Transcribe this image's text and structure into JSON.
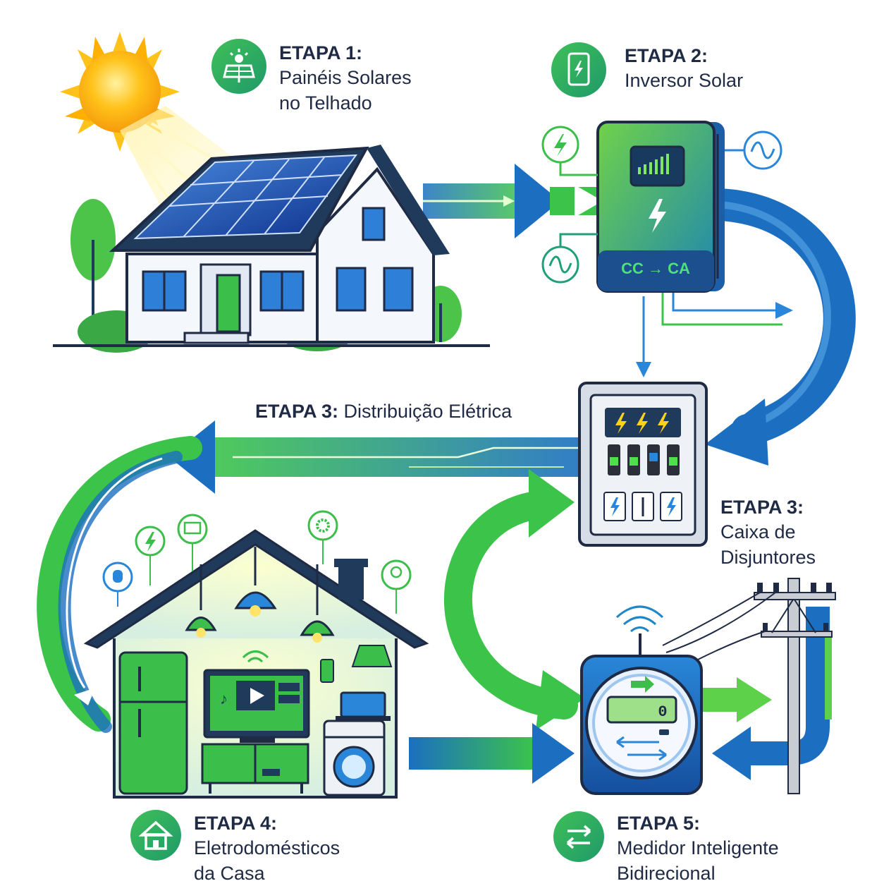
{
  "steps": {
    "step1": {
      "title": "ETAPA 1:",
      "line1": "Painéis Solares",
      "line2": "no Telhado",
      "icon": "solar-panel-icon"
    },
    "step2": {
      "title": "ETAPA 2:",
      "line1": "Inversor Solar",
      "icon": "phone-bolt-icon"
    },
    "step3_distribution": {
      "title": "ETAPA 3:",
      "text": "Distribuição Elétrica"
    },
    "step3_box": {
      "title": "ETAPA 3:",
      "line1": "Caixa de",
      "line2": "Disjuntores"
    },
    "step4": {
      "title": "ETAPA 4:",
      "line1": "Eletrodomésticos",
      "line2": "da Casa",
      "icon": "home-icon"
    },
    "step5": {
      "title": "ETAPA 5:",
      "line1": "Medidor Inteligente",
      "line2": "Bidirecional",
      "icon": "swap-arrows-icon"
    }
  },
  "inverter": {
    "conversion_label": "CC → CA"
  },
  "meter": {
    "reading": "0"
  },
  "colors": {
    "green": "#3bbf4a",
    "blue": "#1c6fc0",
    "dark": "#1f2a44",
    "sun": "#ffc21a"
  }
}
